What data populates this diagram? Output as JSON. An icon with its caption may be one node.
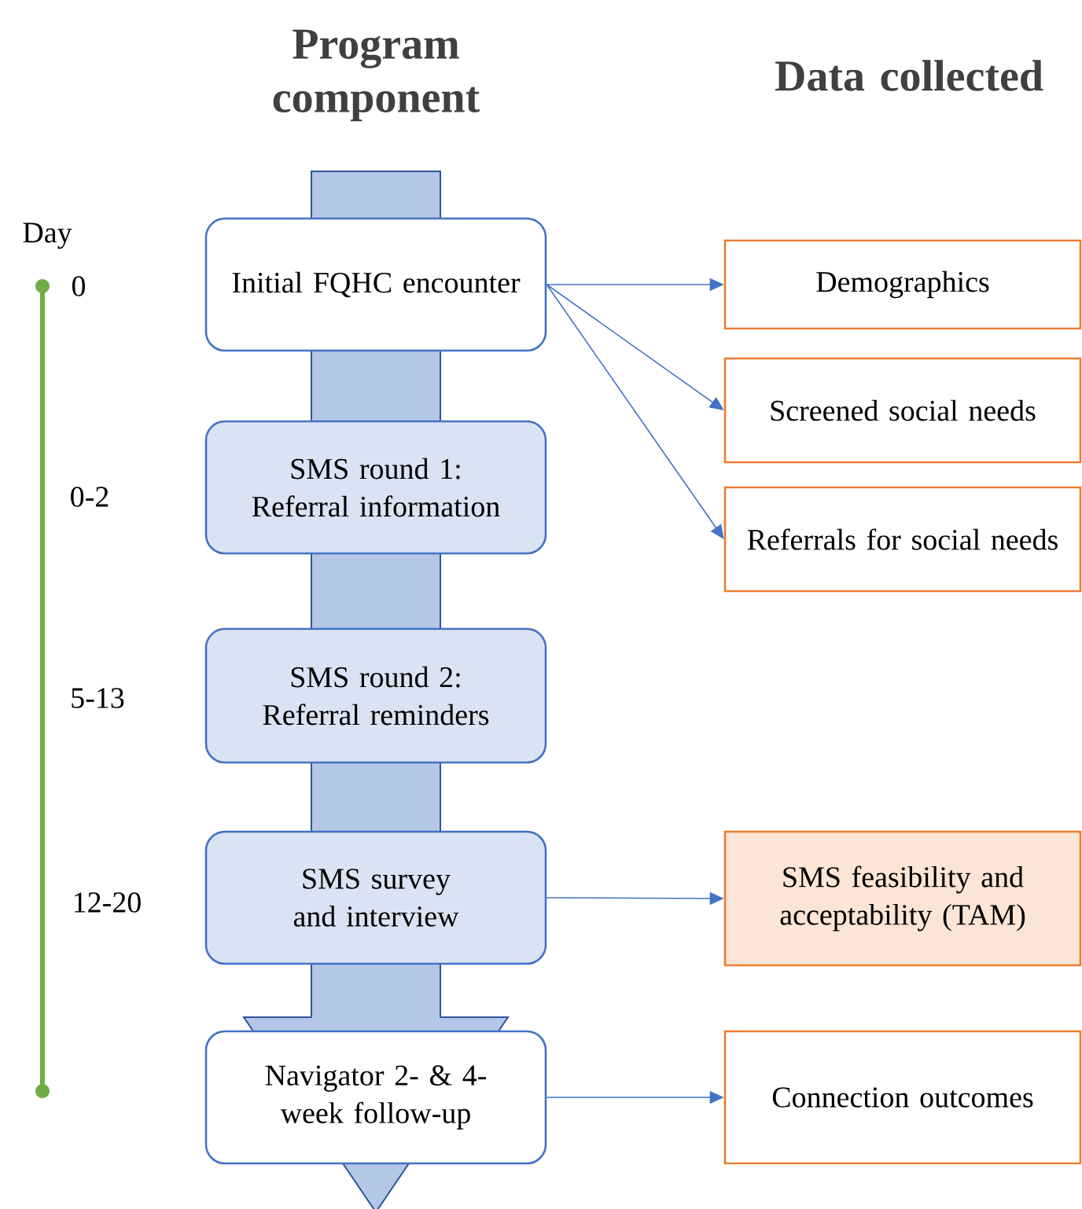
{
  "diagram": {
    "nodes": [
      {
        "text": [
          "Initial FQHC encounter"
        ]
      },
      {
        "text": [
          "SMS round 1: Referral information"
        ]
      },
      {
        "text": [
          "SMS round 2: Referral reminders"
        ]
      },
      {
        "text": [
          "SMS survey and interview"
        ]
      },
      {
        "text": [
          "Navigator 2- & 4-week follow-up"
        ]
      },
      {
        "text": [
          "Demographics"
        ]
      },
      {
        "text": [
          "Screened social needs"
        ]
      },
      {
        "text": [
          "Referrals for social needs"
        ]
      },
      {
        "text": [
          "SMS feasibility and acceptability (TAM)"
        ]
      },
      {
        "text": [
          "Connection outcomes"
        ]
      }
    ],
    "edges": [
      {
        "from": 0,
        "to": 5,
        "arrow": "to"
      },
      {
        "from": 0,
        "to": 6,
        "arrow": "to"
      },
      {
        "from": 0,
        "to": 7,
        "arrow": "to"
      },
      {
        "from": 3,
        "to": 8,
        "arrow": "to"
      },
      {
        "from": 4,
        "to": 9,
        "arrow": "to"
      }
    ],
    "labels": [
      "Program component",
      "Data collected",
      "Day",
      "0",
      "0-2",
      "5-13",
      "12-20"
    ]
  }
}
